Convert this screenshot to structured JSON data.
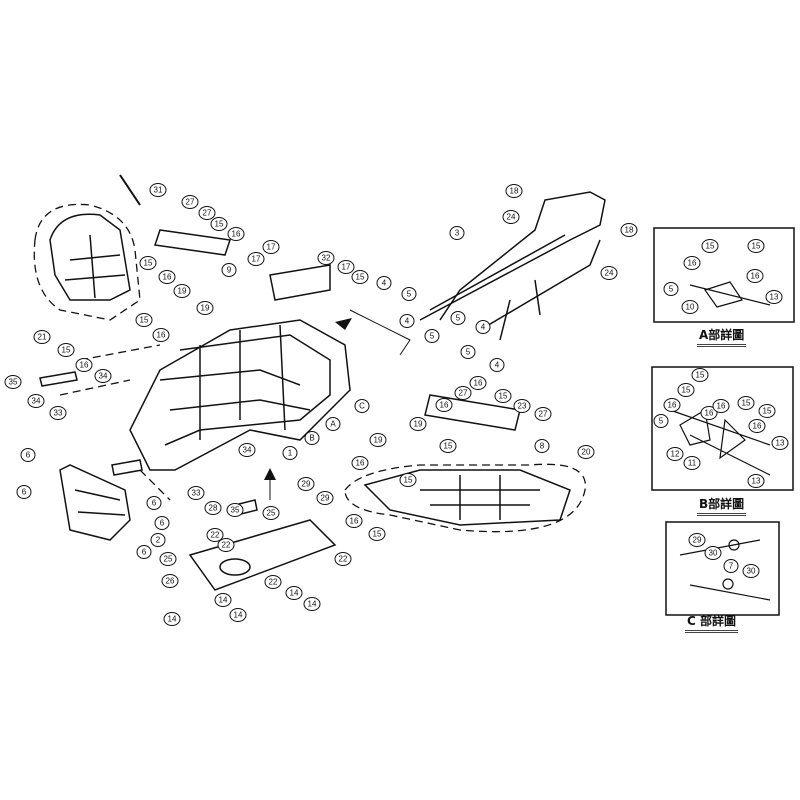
{
  "main_callouts": [
    "31",
    "27",
    "27",
    "15",
    "16",
    "15",
    "16",
    "9",
    "19",
    "19",
    "21",
    "15",
    "16",
    "15",
    "16",
    "35",
    "34",
    "34",
    "33",
    "17",
    "17",
    "32",
    "17",
    "15",
    "6",
    "6",
    "6",
    "6",
    "2",
    "6",
    "28",
    "33",
    "34",
    "35",
    "1",
    "B",
    "A",
    "C",
    "29",
    "29",
    "25",
    "25",
    "22",
    "22",
    "22",
    "22",
    "26",
    "14",
    "14",
    "14",
    "14",
    "14",
    "18",
    "24",
    "3",
    "18",
    "24",
    "4",
    "5",
    "4",
    "5",
    "5",
    "4",
    "5",
    "4",
    "16",
    "15",
    "27",
    "16",
    "23",
    "27",
    "15",
    "8",
    "19",
    "19",
    "16",
    "15",
    "20",
    "16",
    "15"
  ],
  "detail_a": {
    "title": "A部詳圖",
    "callouts": [
      "15",
      "15",
      "16",
      "16",
      "5",
      "10",
      "13"
    ]
  },
  "detail_b": {
    "title": "B部詳圖",
    "callouts": [
      "15",
      "15",
      "16",
      "16",
      "5",
      "16",
      "15",
      "15",
      "16",
      "12",
      "13",
      "11",
      "13"
    ]
  },
  "detail_c": {
    "title": "C 部詳圖",
    "callouts": [
      "29",
      "30",
      "7",
      "30"
    ]
  }
}
